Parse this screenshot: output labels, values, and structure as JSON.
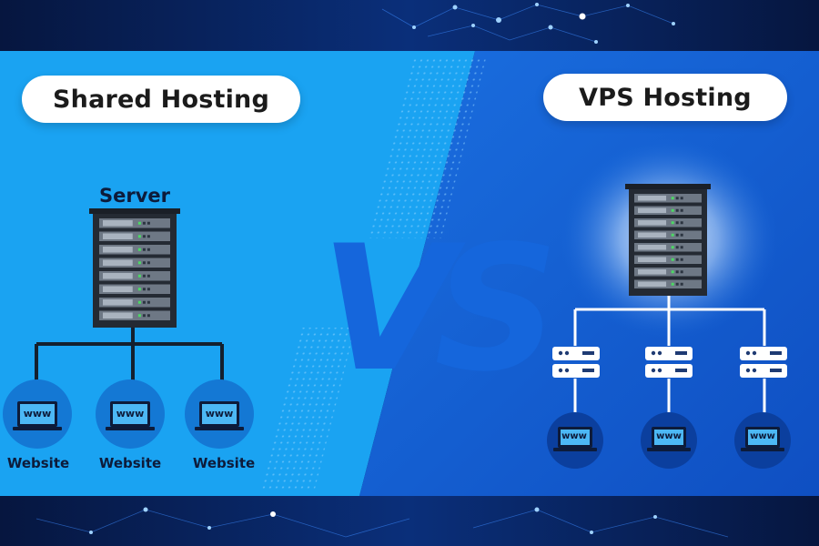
{
  "left_panel": {
    "title": "Shared Hosting",
    "server_label": "Server",
    "websites": [
      {
        "label": "Website",
        "screen_text": "www"
      },
      {
        "label": "Website",
        "screen_text": "www"
      },
      {
        "label": "Website",
        "screen_text": "www"
      }
    ]
  },
  "right_panel": {
    "title": "VPS Hosting",
    "websites": [
      {
        "screen_text": "www"
      },
      {
        "screen_text": "www"
      },
      {
        "screen_text": "www"
      }
    ]
  },
  "versus_text": "VS",
  "colors": {
    "left_bg": "#1aa3f2",
    "right_bg": "#1560d4",
    "dark_bg": "#061a4a",
    "navy": "#0d1b3a",
    "screen": "#4cb8f5",
    "pill": "#ffffff"
  }
}
